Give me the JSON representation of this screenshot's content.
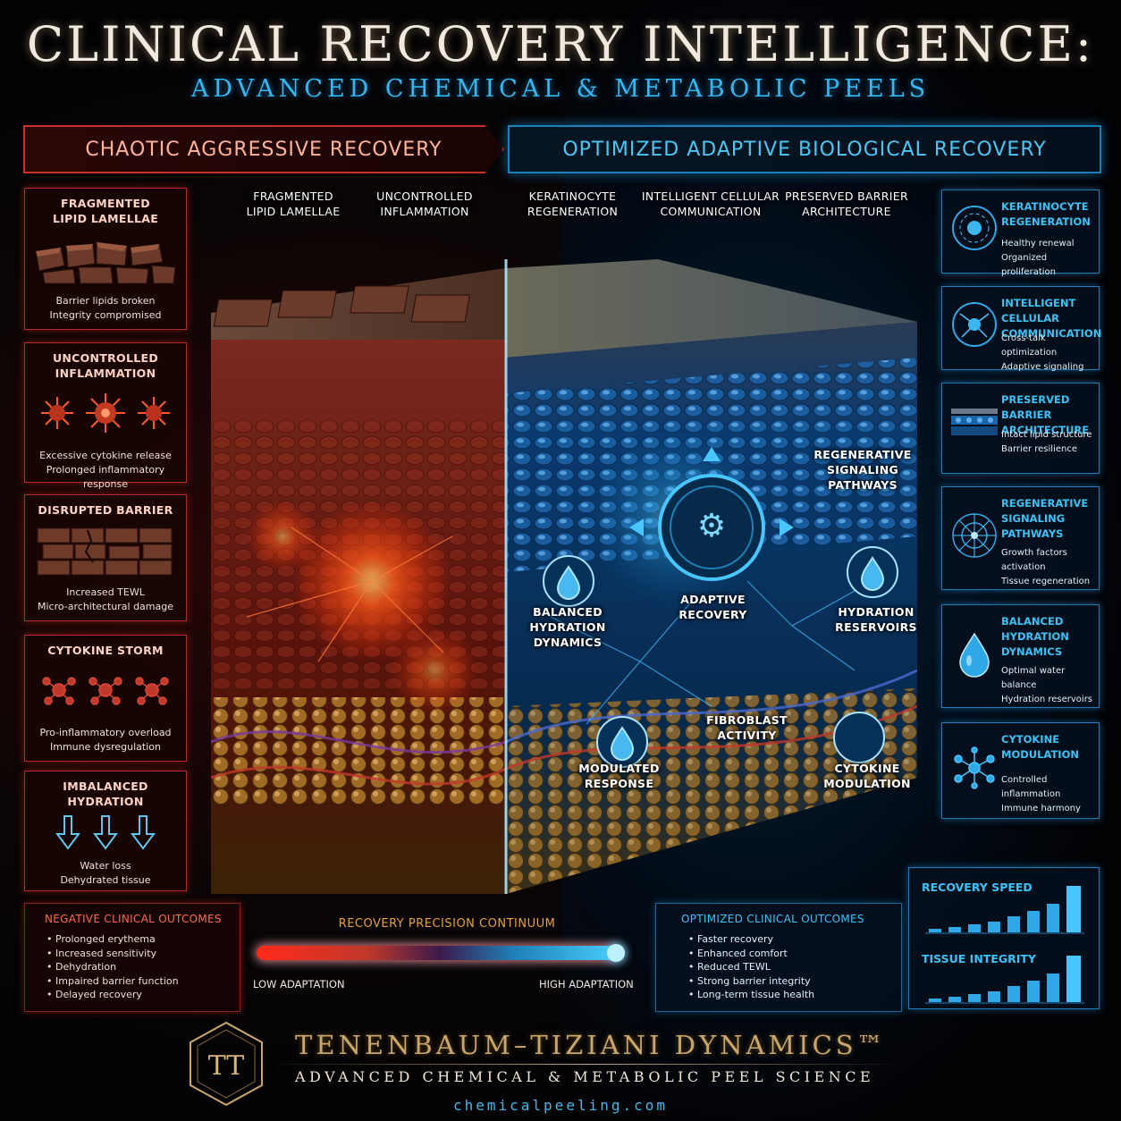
{
  "header": {
    "title": "CLINICAL RECOVERY INTELLIGENCE:",
    "subtitle": "ADVANCED CHEMICAL & METABOLIC PEELS"
  },
  "banners": {
    "left": "CHAOTIC AGGRESSIVE RECOVERY",
    "right": "OPTIMIZED ADAPTIVE BIOLOGICAL RECOVERY"
  },
  "left_panels": [
    {
      "title": [
        "FRAGMENTED",
        "LIPID LAMELLAE"
      ],
      "desc": [
        "Barrier lipids broken",
        "Integrity compromised"
      ],
      "icon": "broken-bricks-icon"
    },
    {
      "title": [
        "UNCONTROLLED",
        "INFLAMMATION"
      ],
      "desc": [
        "Excessive cytokine release",
        "Prolonged inflammatory response"
      ],
      "icon": "inflamed-cells-icon"
    },
    {
      "title": [
        "DISRUPTED BARRIER"
      ],
      "desc": [
        "Increased TEWL",
        "Micro-architectural damage"
      ],
      "icon": "disrupted-barrier-icon"
    },
    {
      "title": [
        "CYTOKINE STORM"
      ],
      "desc": [
        "Pro-inflammatory overload",
        "Immune dysregulation"
      ],
      "icon": "cytokine-molecules-icon"
    },
    {
      "title": [
        "IMBALANCED",
        "HYDRATION"
      ],
      "desc": [
        "Water loss",
        "Dehydrated tissue"
      ],
      "icon": "down-arrows-icon"
    }
  ],
  "right_panels": [
    {
      "title": [
        "KERATINOCYTE",
        "REGENERATION"
      ],
      "desc": [
        "Healthy renewal",
        "Organized proliferation"
      ],
      "icon": "cell-regeneration-icon"
    },
    {
      "title": [
        "INTELLIGENT CELLULAR",
        "COMMUNICATION"
      ],
      "desc": [
        "Cross-talk optimization",
        "Adaptive signaling"
      ],
      "icon": "neuron-network-icon"
    },
    {
      "title": [
        "PRESERVED BARRIER",
        "ARCHITECTURE"
      ],
      "desc": [
        "Intact lipid structure",
        "Barrier resilience"
      ],
      "icon": "layered-barrier-icon"
    },
    {
      "title": [
        "REGENERATIVE",
        "SIGNALING",
        "PATHWAYS"
      ],
      "desc": [
        "Growth factors activation",
        "Tissue regeneration"
      ],
      "icon": "signal-web-icon"
    },
    {
      "title": [
        "BALANCED",
        "HYDRATION",
        "DYNAMICS"
      ],
      "desc": [
        "Optimal water balance",
        "Hydration reservoirs"
      ],
      "icon": "water-drop-icon"
    },
    {
      "title": [
        "CYTOKINE",
        "MODULATION"
      ],
      "desc": [
        "Controlled inflammation",
        "Immune harmony"
      ],
      "icon": "modulated-molecule-icon"
    }
  ],
  "cube_labels": {
    "fragmented": [
      "FRAGMENTED",
      "LIPID LAMELLAE"
    ],
    "uncontrolled": [
      "UNCONTROLLED",
      "INFLAMMATION"
    ],
    "keratinocyte": [
      "KERATINOCYTE",
      "REGENERATION"
    ],
    "intelligent": [
      "INTELLIGENT CELLULAR",
      "COMMUNICATION"
    ],
    "preserved": [
      "PRESERVED BARRIER",
      "ARCHITECTURE"
    ],
    "regenerative": [
      "REGENERATIVE",
      "SIGNALING",
      "PATHWAYS"
    ],
    "adaptive": [
      "ADAPTIVE",
      "RECOVERY"
    ],
    "balanced": [
      "BALANCED",
      "HYDRATION",
      "DYNAMICS"
    ],
    "reservoirs": [
      "HYDRATION",
      "RESERVOIRS"
    ],
    "fibroblast": [
      "FIBROBLAST",
      "ACTIVITY"
    ],
    "modulated": [
      "MODULATED",
      "RESPONSE"
    ],
    "cytokine": [
      "CYTOKINE",
      "MODULATION"
    ]
  },
  "negative_outcomes": {
    "title": "NEGATIVE CLINICAL OUTCOMES",
    "items": [
      "Prolonged erythema",
      "Increased sensitivity",
      "Dehydration",
      "Impaired barrier function",
      "Delayed recovery"
    ]
  },
  "continuum": {
    "title": "RECOVERY PRECISION CONTINUUM",
    "low": "LOW ADAPTATION",
    "high": "HIGH ADAPTATION"
  },
  "positive_outcomes": {
    "title": "OPTIMIZED CLINICAL OUTCOMES",
    "items": [
      "Faster recovery",
      "Enhanced comfort",
      "Reduced TEWL",
      "Strong barrier integrity",
      "Long-term tissue health"
    ]
  },
  "stats": {
    "speed_label": "RECOVERY SPEED",
    "integrity_label": "TISSUE INTEGRITY"
  },
  "brand": {
    "monogram": "TT",
    "name": "TENENBAUM–TIZIANI DYNAMICS™",
    "tagline": "ADVANCED CHEMICAL & METABOLIC PEEL SCIENCE",
    "site": "chemicalpeeling.com"
  },
  "colors": {
    "red_accent": "#c8302a",
    "blue_accent": "#1f7fb8",
    "cyan_text": "#3dc2f5",
    "gold": "#c9a66b"
  }
}
